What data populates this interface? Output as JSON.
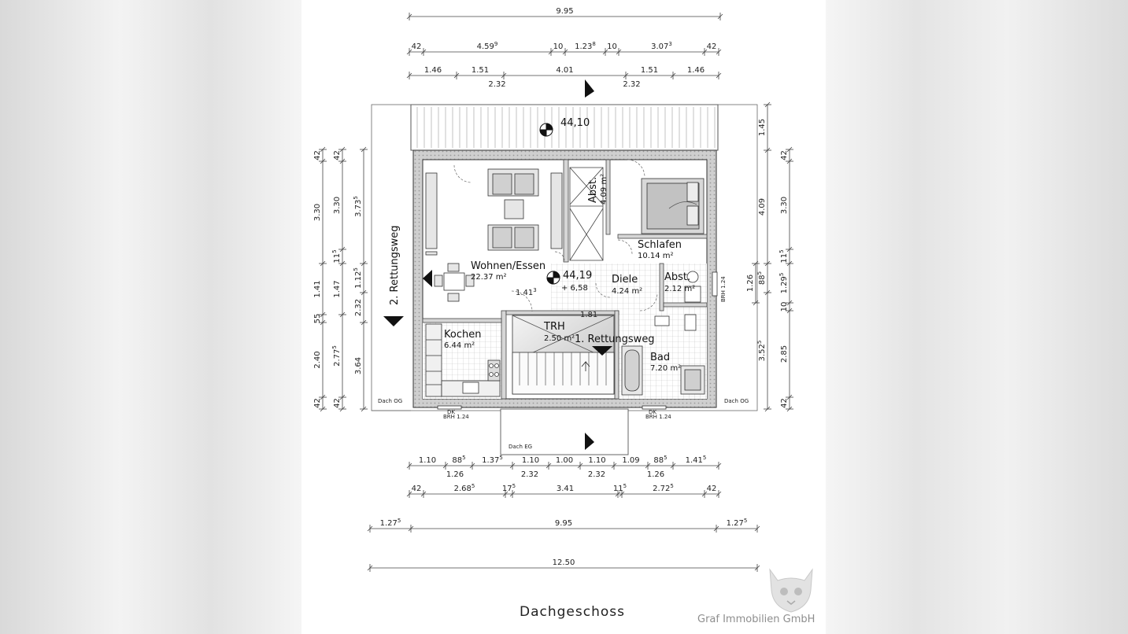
{
  "plan": {
    "caption": "Dachgeschoss",
    "company": "Graf Immobilien GmbH",
    "levels": {
      "roof_ridge": "44,10",
      "floor": "44,19",
      "floor_relative": "+ 6,58"
    },
    "rooms": [
      {
        "name": "Wohnen/Essen",
        "area": "22.37 m²"
      },
      {
        "name": "Schlafen",
        "area": "10.14 m²"
      },
      {
        "name": "Abst.",
        "area": "4.09 m²"
      },
      {
        "name": "Diele",
        "area": "4.24 m²"
      },
      {
        "name": "Abst.",
        "area": "2.12 m²"
      },
      {
        "name": "TRH",
        "area": "2.50 m²"
      },
      {
        "name": "Kochen",
        "area": "6.44 m²"
      },
      {
        "name": "Bad",
        "area": "7.20 m²"
      }
    ],
    "labels": {
      "escape_route_1": "1. Rettungsweg",
      "escape_route_2": "2. Rettungsweg",
      "dach_og": "Dach OG",
      "dach_eg": "Dach EG",
      "brh": "BRH 1.24",
      "dk": "DK",
      "stair_dim_1": "1.41",
      "stair_dim_1_sup": "3",
      "stair_dim_2": "1.81"
    },
    "dims_top": {
      "row1": [
        {
          "v": "9.95",
          "s": ""
        }
      ],
      "row2": [
        {
          "v": "42",
          "s": ""
        },
        {
          "v": "4.59",
          "s": "9"
        },
        {
          "v": "10",
          "s": ""
        },
        {
          "v": "1.23",
          "s": "8"
        },
        {
          "v": "10",
          "s": ""
        },
        {
          "v": "3.07",
          "s": "3"
        },
        {
          "v": "42",
          "s": ""
        }
      ],
      "row3a": [
        {
          "v": "1.46",
          "s": ""
        },
        {
          "v": "1.51",
          "s": ""
        },
        {
          "v": "4.01",
          "s": ""
        },
        {
          "v": "1.51",
          "s": ""
        },
        {
          "v": "1.46",
          "s": ""
        }
      ],
      "row3b": [
        {
          "v": "2.32",
          "s": ""
        },
        {
          "v": "2.32",
          "s": ""
        }
      ]
    },
    "dims_bottom": {
      "row1a": [
        {
          "v": "1.10",
          "s": ""
        },
        {
          "v": "88",
          "s": "5"
        },
        {
          "v": "1.37",
          "s": "5"
        },
        {
          "v": "1.10",
          "s": ""
        },
        {
          "v": "1.00",
          "s": ""
        },
        {
          "v": "1.10",
          "s": ""
        },
        {
          "v": "1.09",
          "s": ""
        },
        {
          "v": "88",
          "s": "5"
        },
        {
          "v": "1.41",
          "s": "5"
        }
      ],
      "row1b": [
        {
          "v": "1.26",
          "s": ""
        },
        {
          "v": "2.32",
          "s": ""
        },
        {
          "v": "2.32",
          "s": ""
        },
        {
          "v": "1.26",
          "s": ""
        }
      ],
      "row2": [
        {
          "v": "42",
          "s": ""
        },
        {
          "v": "2.68",
          "s": "5"
        },
        {
          "v": "17",
          "s": "5"
        },
        {
          "v": "3.41",
          "s": ""
        },
        {
          "v": "11",
          "s": "5"
        },
        {
          "v": "2.72",
          "s": "5"
        },
        {
          "v": "42",
          "s": ""
        }
      ],
      "row3": [
        {
          "v": "1.27",
          "s": "5"
        },
        {
          "v": "9.95",
          "s": ""
        },
        {
          "v": "1.27",
          "s": "5"
        }
      ],
      "row4": [
        {
          "v": "12.50",
          "s": ""
        }
      ]
    },
    "dims_left": {
      "col1": [
        {
          "v": "42",
          "s": ""
        },
        {
          "v": "3.30",
          "s": ""
        },
        {
          "v": "1.41",
          "s": ""
        },
        {
          "v": "55",
          "s": ""
        },
        {
          "v": "2.40",
          "s": ""
        },
        {
          "v": "42",
          "s": ""
        }
      ],
      "col2": [
        {
          "v": "42",
          "s": ""
        },
        {
          "v": "3.30",
          "s": ""
        },
        {
          "v": "11",
          "s": "5"
        },
        {
          "v": "1.47",
          "s": ""
        },
        {
          "v": "2.77",
          "s": "5"
        },
        {
          "v": "42",
          "s": ""
        }
      ],
      "col3": [
        {
          "v": "3.73",
          "s": "5"
        },
        {
          "v": "1.12",
          "s": "5"
        },
        {
          "v": "2.32",
          "s": ""
        },
        {
          "v": "3.64",
          "s": ""
        }
      ]
    },
    "dims_right": {
      "col1": [
        {
          "v": "1.45",
          "s": ""
        },
        {
          "v": "4.09",
          "s": ""
        },
        {
          "v": "88",
          "s": "5"
        },
        {
          "v": "3.52",
          "s": "5"
        }
      ],
      "col2": [
        {
          "v": "1.26",
          "s": ""
        }
      ],
      "col3": [
        {
          "v": "42",
          "s": ""
        },
        {
          "v": "3.30",
          "s": ""
        },
        {
          "v": "11",
          "s": "5"
        },
        {
          "v": "1.29",
          "s": "5"
        },
        {
          "v": "10",
          "s": ""
        },
        {
          "v": "2.85",
          "s": ""
        },
        {
          "v": "42",
          "s": ""
        }
      ]
    }
  }
}
